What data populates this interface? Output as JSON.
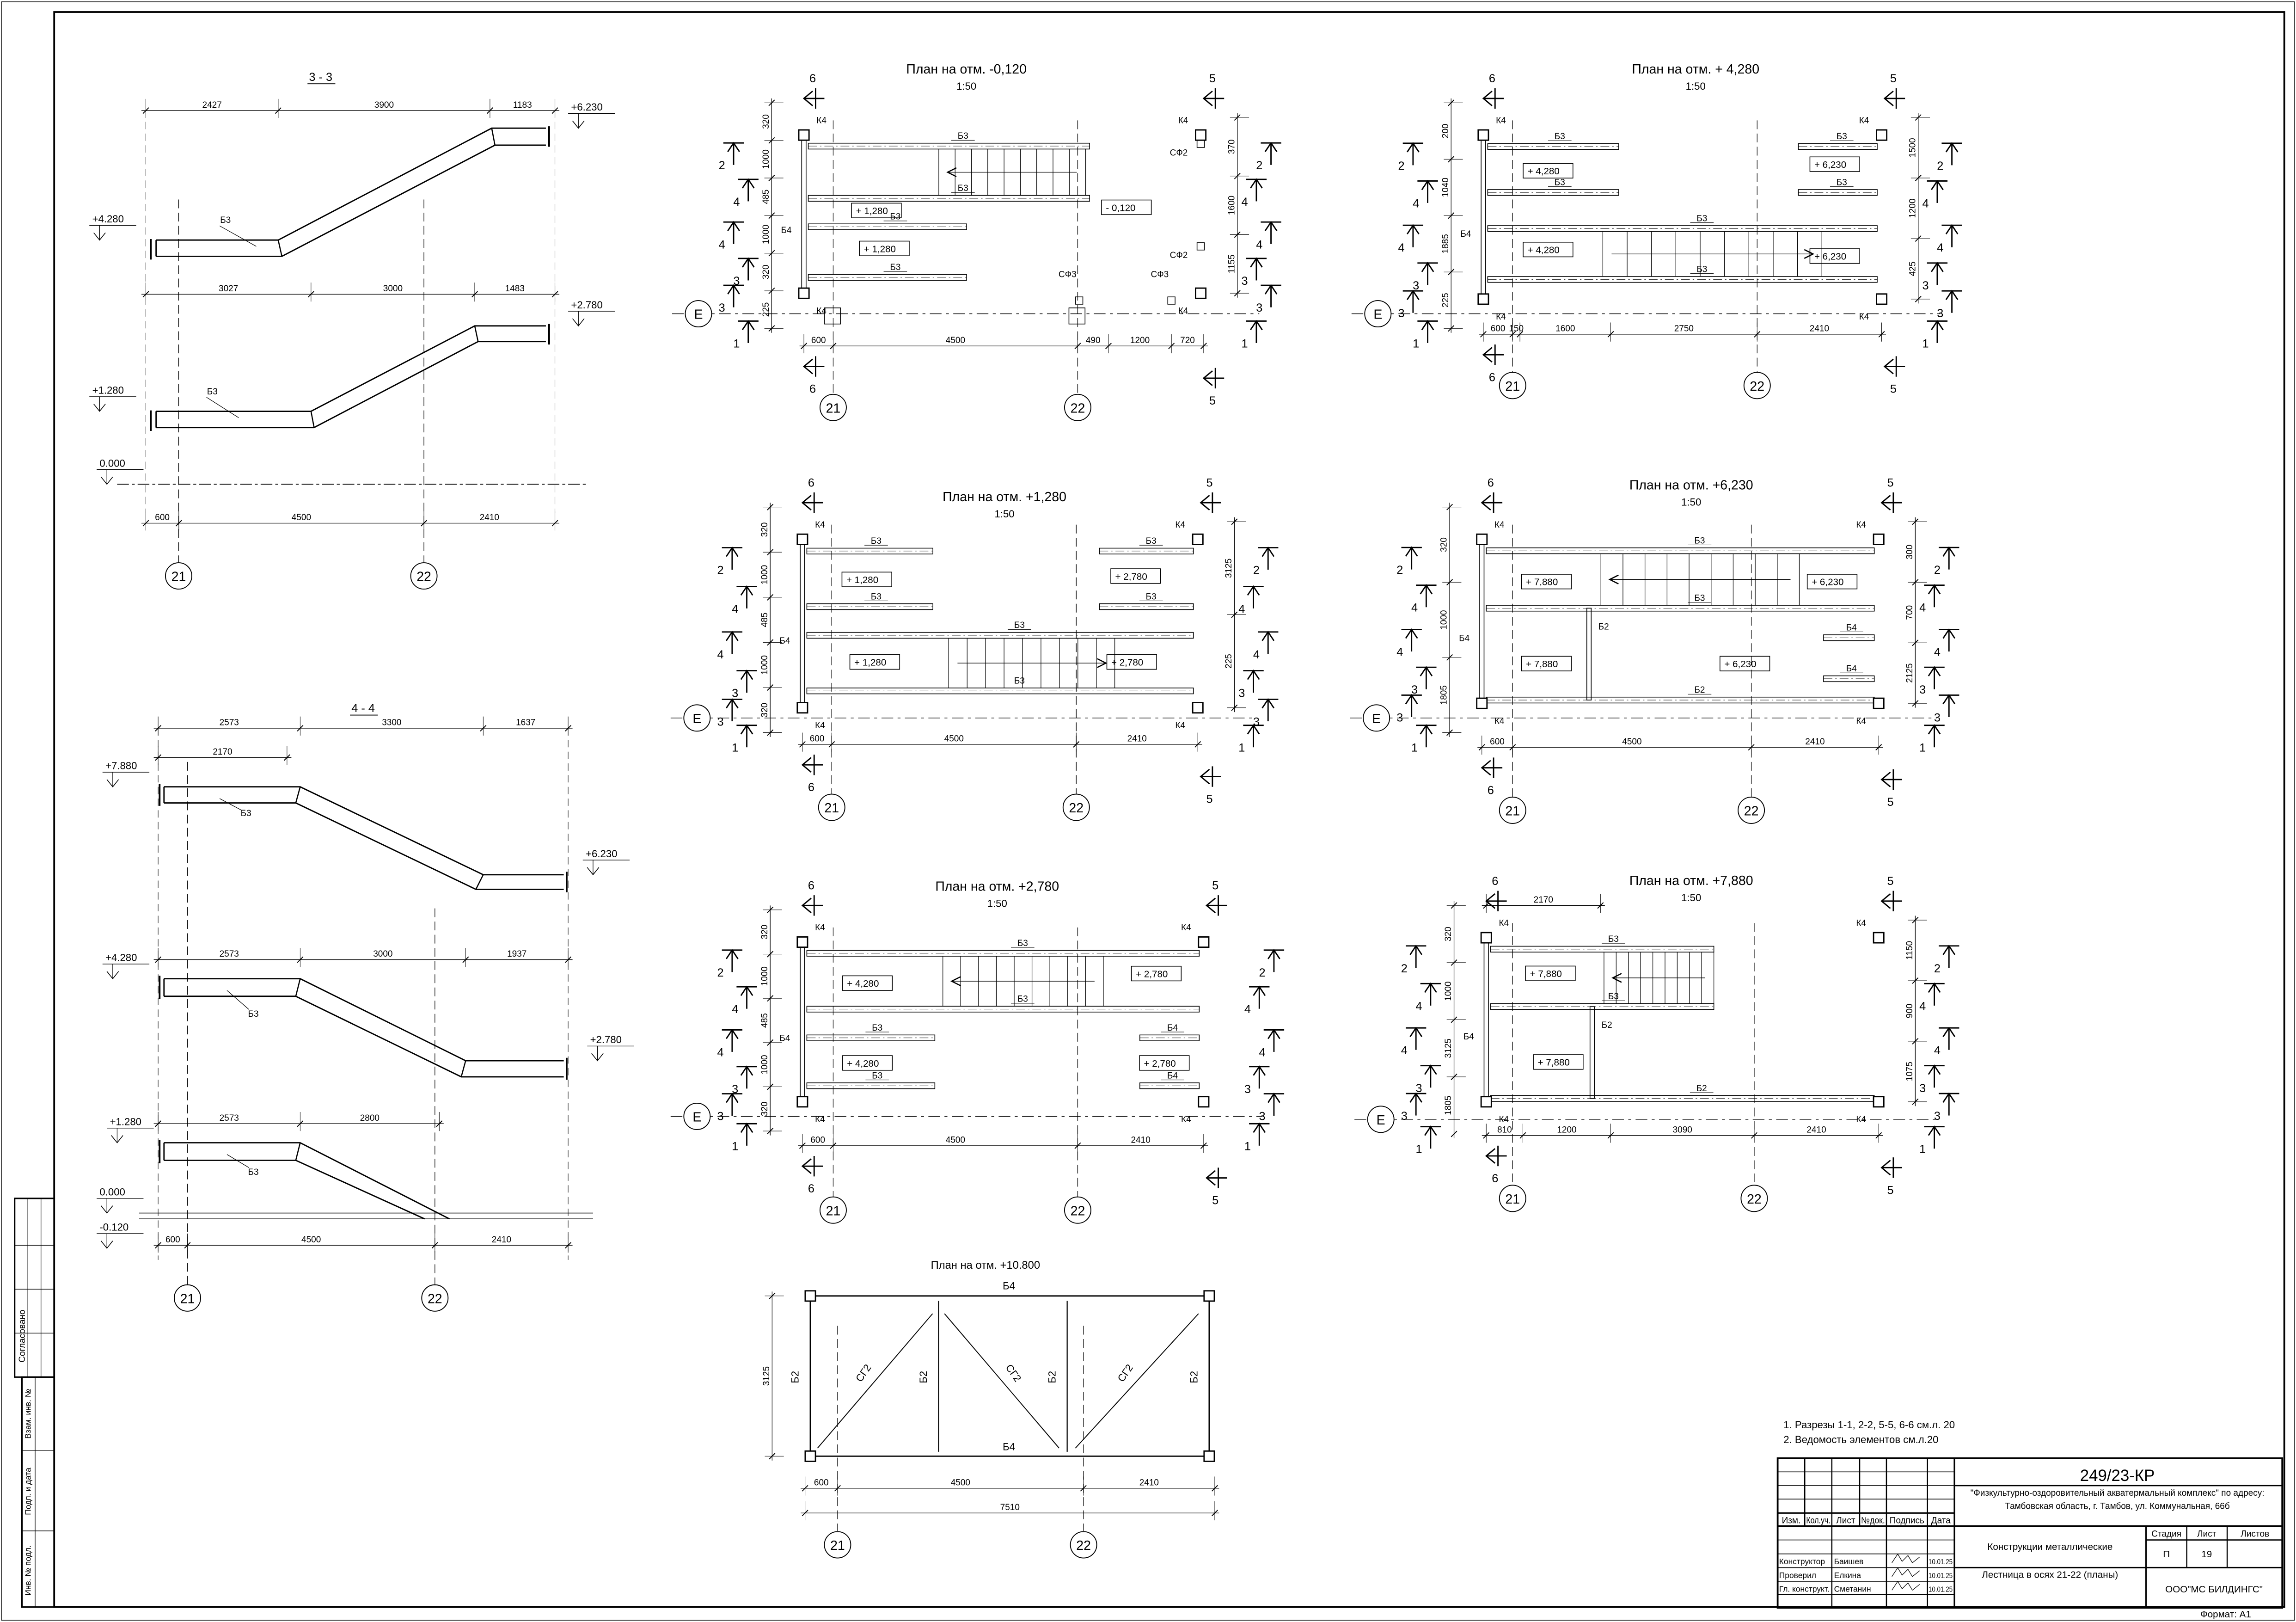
{
  "sheet": {
    "code": "249/23-КР",
    "project_line1": "\"Физкультурно-оздоровительный акватермальный комплекс\" по адресу:",
    "project_line2": "Тамбовская область, г. Тамбов, ул. Коммунальная, 66б",
    "title": "Конструкции металлические",
    "drawing": "Лестница в осях 21-22 (планы)",
    "company": "ООО\"МС БИЛДИНГС\"",
    "stage_header": "Стадия",
    "sheet_header": "Лист",
    "sheets_header": "Листов",
    "stage": "П",
    "sheet_no": "19",
    "format": "Формат: А1",
    "columns": [
      "Изм.",
      "Кол.уч.",
      "Лист",
      "№док.",
      "Подпись",
      "Дата"
    ],
    "signers": [
      {
        "role": "Конструктор",
        "name": "Баишев",
        "date": "10.01.25"
      },
      {
        "role": "Проверил",
        "name": "Елкина",
        "date": "10.01.25"
      },
      {
        "role": "Гл. конструкт.",
        "name": "Сметанин",
        "date": "10.01.25"
      }
    ]
  },
  "side_stamp": {
    "agreed": "Согласовано",
    "replaced": "Взам. инв. №",
    "signed": "Подп. и дата",
    "inv": "Инв. № подл."
  },
  "notes": [
    "1. Разрезы 1-1, 2-2, 5-5, 6-6 см.л. 20",
    "2. Ведомость элементов см.л.20"
  ],
  "axes": {
    "a21": "21",
    "a22": "22",
    "row": "Е"
  },
  "cuts": {
    "left": [
      "2",
      "4",
      "4",
      "3",
      "3",
      "1"
    ],
    "right": [
      "2",
      "4",
      "4",
      "3",
      "3",
      "1"
    ],
    "top": [
      "6",
      "5"
    ],
    "bottom": [
      "6",
      "5"
    ]
  },
  "sections": [
    {
      "title": "3 - 3",
      "beam": "Б3",
      "upper_dims": [
        "2427",
        "3900",
        "1183"
      ],
      "lower_dims": [
        "3027",
        "3000",
        "1483"
      ],
      "bottom_dims": [
        "600",
        "4500",
        "2410"
      ],
      "levels": [
        "+6.230",
        "+4.280",
        "+2.780",
        "+1.280",
        "0.000"
      ]
    },
    {
      "title": "4 - 4",
      "beam": "Б3",
      "upper_dims": [
        "2573",
        "3300",
        "1637"
      ],
      "inner_dim": [
        "2170"
      ],
      "middle_dims": [
        "2573",
        "3000",
        "1937"
      ],
      "lower_dims": [
        "2573",
        "2800"
      ],
      "bottom_dims": [
        "600",
        "4500",
        "2410"
      ],
      "levels": [
        "+7.880",
        "+6.230",
        "+4.280",
        "+2.780",
        "+1.280",
        "0.000",
        "-0.120"
      ]
    }
  ],
  "plans": [
    {
      "title": "План на отм. -0,120",
      "scale": "1:50",
      "columns": [
        "К4",
        "К4",
        "К4",
        "К4"
      ],
      "beams": [
        "Б3",
        "Б3",
        "Б3",
        "Б3"
      ],
      "side": "Б4",
      "marks": [
        "+ 1,280",
        "+ 1,280",
        "- 0,120"
      ],
      "extra": [
        "СФ2",
        "СФ2",
        "СФ3",
        "СФ3"
      ],
      "dims": {
        "bottom": [
          "600",
          "4500",
          "490",
          "1200",
          "720"
        ],
        "left": [
          "320",
          "1000",
          "485",
          "1000",
          "320",
          "225"
        ],
        "right": [
          "370",
          "1600",
          "1155"
        ]
      }
    },
    {
      "title": "План на отм. + 4,280",
      "scale": "1:50",
      "columns": [
        "К4",
        "К4",
        "К4",
        "К4"
      ],
      "beams": [
        "Б3",
        "Б3",
        "Б3",
        "Б3",
        "Б3",
        "Б3"
      ],
      "side": "Б4",
      "marks": [
        "+ 4,280",
        "+ 4,280",
        "+ 6,230",
        "+ 6,230"
      ],
      "dims": {
        "bottom": [
          "600",
          "150",
          "1600",
          "2750",
          "2410"
        ],
        "left": [
          "200",
          "1040",
          "1885",
          "225"
        ],
        "right": [
          "1500",
          "1200",
          "425"
        ]
      }
    },
    {
      "title": "План на отм. +1,280",
      "scale": "1:50",
      "columns": [
        "К4",
        "К4",
        "К4",
        "К4"
      ],
      "beams": [
        "Б3",
        "Б3",
        "Б3",
        "Б3",
        "Б3",
        "Б3"
      ],
      "side": "Б4",
      "marks": [
        "+ 1,280",
        "+ 1,280",
        "+ 2,780",
        "+ 2,780"
      ],
      "dims": {
        "bottom": [
          "600",
          "4500",
          "2410"
        ],
        "left": [
          "320",
          "1000",
          "485",
          "1000",
          "320"
        ],
        "right": [
          "3125",
          "225"
        ]
      }
    },
    {
      "title": "План на отм. +6,230",
      "scale": "1:50",
      "columns": [
        "К4",
        "К4",
        "К4",
        "К4"
      ],
      "beams": [
        "Б3",
        "Б3",
        "Б2",
        "Б4",
        "Б4"
      ],
      "side": "Б4",
      "vert": "Б2",
      "marks": [
        "+ 7,880",
        "+ 7,880",
        "+ 6,230",
        "+ 6,230"
      ],
      "dims": {
        "bottom": [
          "600",
          "4500",
          "2410"
        ],
        "left": [
          "320",
          "1000",
          "1805"
        ],
        "right": [
          "300",
          "700",
          "2125"
        ]
      }
    },
    {
      "title": "План на отм. +2,780",
      "scale": "1:50",
      "columns": [
        "К4",
        "К4",
        "К4",
        "К4"
      ],
      "beams": [
        "Б3",
        "Б3",
        "Б3",
        "Б3",
        "Б4",
        "Б4"
      ],
      "side": "Б4",
      "marks": [
        "+ 4,280",
        "+ 4,280",
        "+ 2,780",
        "+ 2,780"
      ],
      "dims": {
        "bottom": [
          "600",
          "4500",
          "2410"
        ],
        "left": [
          "320",
          "1000",
          "485",
          "1000",
          "320"
        ],
        "right": []
      }
    },
    {
      "title": "План на отм. +7,880",
      "scale": "1:50",
      "columns": [
        "К4",
        "К4",
        "К4",
        "К4"
      ],
      "beams": [
        "Б3",
        "Б3",
        "Б2"
      ],
      "side": "Б4",
      "vert": "Б2",
      "marks": [
        "+ 7,880",
        "+ 7,880"
      ],
      "dims": {
        "bottom": [
          "810",
          "1200",
          "3090",
          "2410"
        ],
        "top": [
          "2170"
        ],
        "left": [
          "320",
          "1000",
          "3125",
          "1805"
        ],
        "right": [
          "1150",
          "900",
          "1075"
        ]
      }
    }
  ],
  "roof_plan": {
    "title": "План на отм. +10.800",
    "top_beam": "Б4",
    "bottom_beam": "Б4",
    "posts": [
      "Б2",
      "Б2",
      "Б2",
      "Б2"
    ],
    "braces": [
      "СГ2",
      "СГ2",
      "СГ2"
    ],
    "bottom_dims": [
      "600",
      "4500",
      "2410"
    ],
    "total_dim": [
      "7510"
    ],
    "left_dim": [
      "3125"
    ]
  }
}
